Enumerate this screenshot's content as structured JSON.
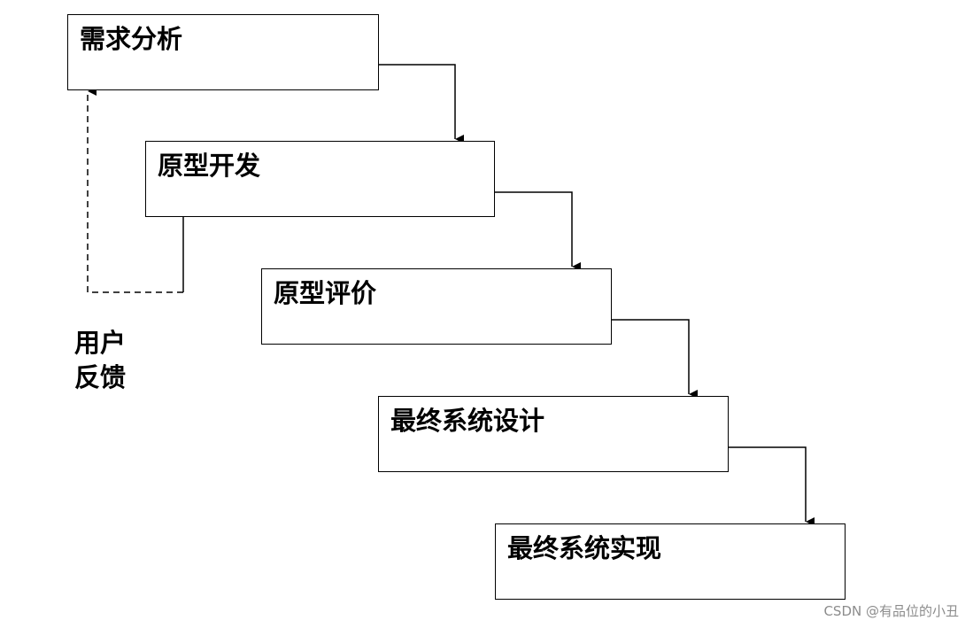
{
  "diagram": {
    "stages": [
      {
        "id": "requirements",
        "label": "需求分析"
      },
      {
        "id": "prototype-dev",
        "label": "原型开发"
      },
      {
        "id": "prototype-eval",
        "label": "原型评价"
      },
      {
        "id": "final-design",
        "label": "最终系统设计"
      },
      {
        "id": "final-impl",
        "label": "最终系统实现"
      }
    ],
    "feedback": {
      "line1": "用户",
      "line2": "反馈"
    }
  },
  "watermark": "CSDN @有品位的小丑",
  "colors": {
    "line": "#000000",
    "background": "#ffffff",
    "watermark": "#8c8c8c"
  }
}
